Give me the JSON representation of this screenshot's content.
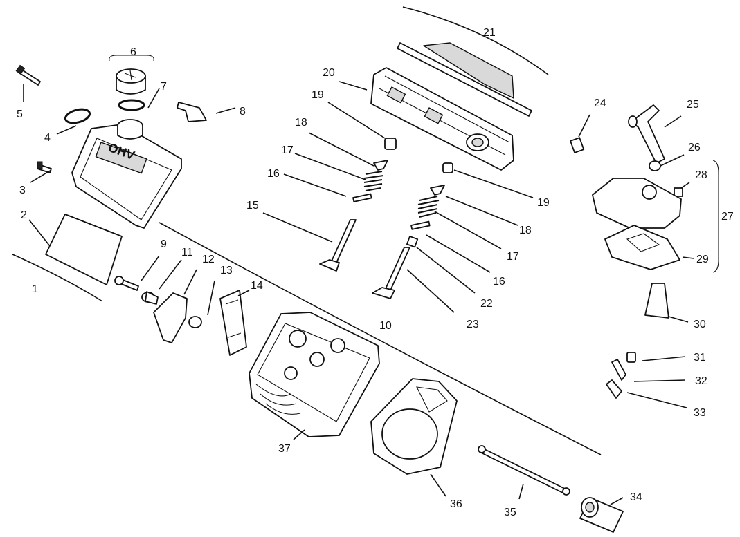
{
  "callouts": [
    "1",
    "2",
    "3",
    "4",
    "5",
    "6",
    "7",
    "8",
    "9",
    "10",
    "11",
    "12",
    "13",
    "14",
    "15",
    "16",
    "17",
    "18",
    "19",
    "20",
    "21",
    "22",
    "23",
    "24",
    "25",
    "26",
    "27",
    "28",
    "29",
    "30",
    "31",
    "32",
    "33",
    "34",
    "35",
    "36",
    "37"
  ],
  "repeat_labels": {
    "c16b": "16",
    "c17b": "17",
    "c18b": "18",
    "c19b": "19"
  },
  "logo_text": "OHV"
}
